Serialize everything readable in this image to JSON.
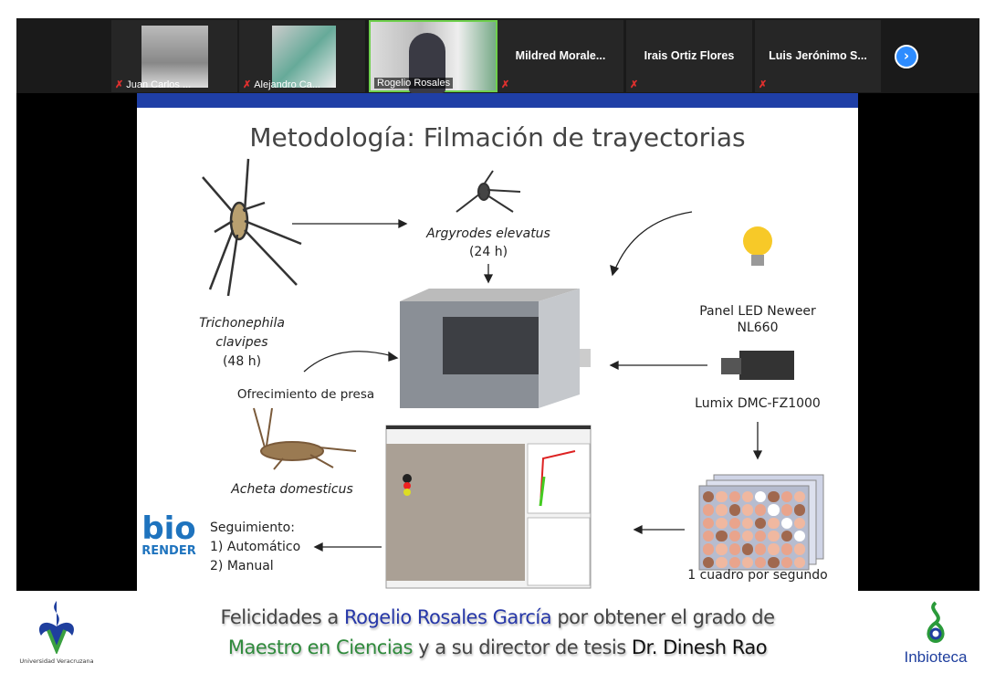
{
  "meeting": {
    "participants": [
      {
        "name": "Juan Carlos ...",
        "muted": true,
        "video": true
      },
      {
        "name": "Alejandro Ca...",
        "muted": true,
        "video": true
      },
      {
        "name": "Rogelio Rosales",
        "muted": false,
        "video": true,
        "active_speaker": true
      },
      {
        "name": "Mildred  Morale...",
        "muted": true,
        "video": false
      },
      {
        "name": "Irais Ortiz Flores",
        "muted": true,
        "video": false
      },
      {
        "name": "Luis Jerónimo S...",
        "muted": true,
        "video": false
      }
    ],
    "next_icon": "chevron-right-icon",
    "accent": "#2d8cff"
  },
  "slide": {
    "title": "Metodología: Filmación de trayectorias",
    "spider1": {
      "line1": "Trichonephila",
      "line2": "clavipes",
      "time": "(48 h)"
    },
    "spider2": {
      "name": "Argyrodes elevatus",
      "time": "(24 h)"
    },
    "led": {
      "line1": "Panel LED Neweer",
      "line2": "NL660"
    },
    "camera": "Lumix DMC-FZ1000",
    "prey_label": "Ofrecimiento de presa",
    "cricket": "Acheta domesticus",
    "tracking": {
      "title": "Seguimiento:",
      "item1": "1) Automático",
      "item2": "2) Manual"
    },
    "frames": "1 cuadro por segundo",
    "logo": {
      "top": "bio",
      "bottom": "RENDER"
    }
  },
  "caption": {
    "p1": "Felicidades a ",
    "name": "Rogelio Rosales García",
    "p2": " por obtener el grado de",
    "degree": "Maestro en Ciencias",
    "p3": " y a su director de tesis ",
    "director": "Dr. Dinesh Rao"
  },
  "logos": {
    "left": "Universidad Veracruzana",
    "right": "Inbioteca"
  }
}
